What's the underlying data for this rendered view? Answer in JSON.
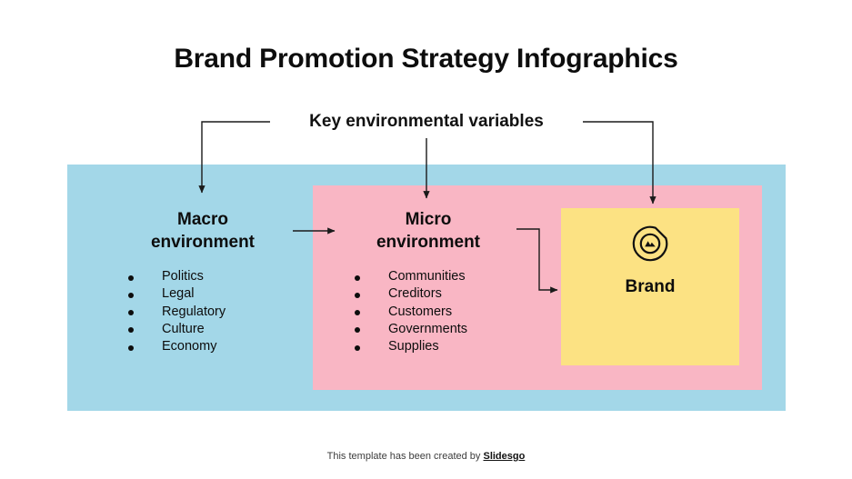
{
  "slide": {
    "title": "Brand Promotion Strategy Infographics",
    "background_color": "#ffffff"
  },
  "diagram": {
    "key_label": "Key environmental variables",
    "connector_color": "#1a1a1a",
    "macro": {
      "heading_line1": "Macro",
      "heading_line2": "environment",
      "panel_color": "#a3d7e8",
      "items": [
        "Politics",
        "Legal",
        "Regulatory",
        "Culture",
        "Economy"
      ]
    },
    "micro": {
      "heading_line1": "Micro",
      "heading_line2": "environment",
      "panel_color": "#f9b6c4",
      "items": [
        "Communities",
        "Creditors",
        "Customers",
        "Governments",
        "Supplies"
      ]
    },
    "brand": {
      "label": "Brand",
      "panel_color": "#fce283",
      "icon": "brand-badge-mountain-icon"
    }
  },
  "footer": {
    "text": "This template has been created by ",
    "brand": "Slidesgo"
  }
}
